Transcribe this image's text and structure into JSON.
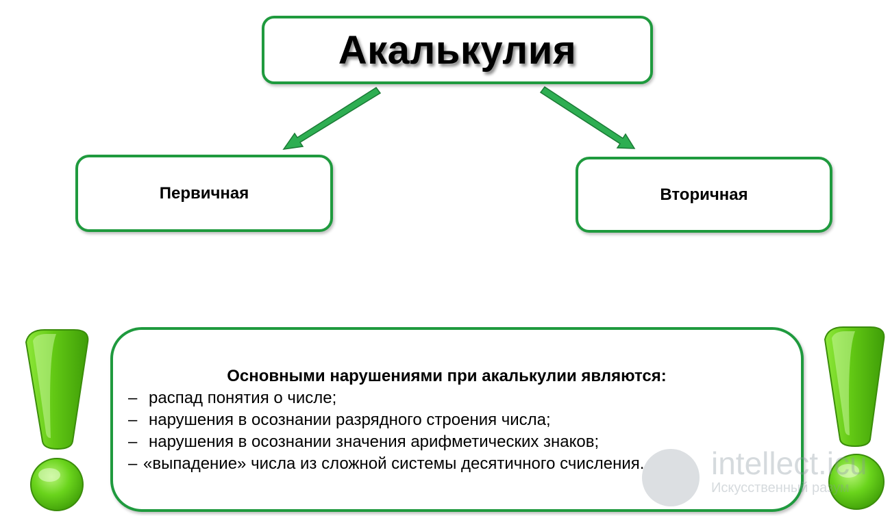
{
  "title": "Акалькулия",
  "types": {
    "primary": "Первичная",
    "secondary": "Вторичная"
  },
  "info": {
    "heading": "Основными нарушениями при акалькулии являются:",
    "items": [
      {
        "marker": "–",
        "text": "распад понятия о числе;"
      },
      {
        "marker": "–",
        "text": "нарушения в осознании разрядного строения числа;"
      },
      {
        "marker": "–",
        "text": "нарушения в осознании значения арифметических знаков;"
      },
      {
        "marker": "–",
        "text": "«выпадение» числа из сложной системы десятичного счисления."
      }
    ]
  },
  "watermark": {
    "name": "intellect.icu",
    "tagline": "Искусственный разум"
  },
  "colors": {
    "border": "#1f9a3e",
    "arrow": "#2eae52",
    "exclamation": "#66cc00"
  },
  "icons": {
    "left": "exclamation-icon",
    "right": "exclamation-icon"
  }
}
